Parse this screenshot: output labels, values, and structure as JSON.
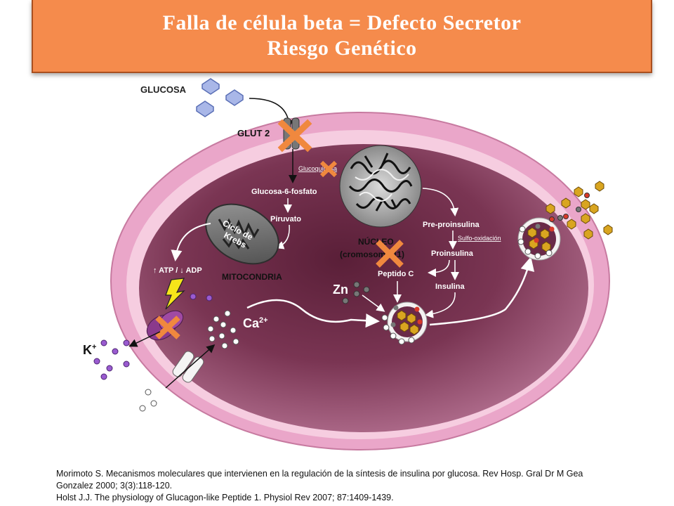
{
  "header": {
    "line1": "Falla de célula beta = Defecto Secretor",
    "line2": "Riesgo Genético"
  },
  "diagram": {
    "glucose": "GLUCOSA",
    "glut2": "GLUT 2",
    "glucokinase": "Glucoquinasa",
    "g6p": "Glucosa-6-fosfato",
    "pyruvate": "Piruvato",
    "krebs_line1": "Ciclo de",
    "krebs_line2": "Krebs",
    "atp_adp": "↑ ATP / ↓ ADP",
    "mitochondria": "MITOCONDRIA",
    "nucleus": "NÚCLEO",
    "chromosome": "(cromosoma 11)",
    "preproinsulin": "Pre-proinsulina",
    "sulfo": "Sulfo-oxidación",
    "proinsulin": "Proinsulina",
    "cpeptide": "Peptido C",
    "insulin": "Insulina",
    "zinc": "Zn",
    "calcium": "Ca",
    "calcium_sup": "2+",
    "potassium": "K",
    "potassium_sup": "+"
  },
  "colors": {
    "banner": "#f58b4c",
    "cell_membrane": "#e9a3c6",
    "cytoplasm": "#6e2d49",
    "block_cross": "#f0883e",
    "potassium_ion": "#9a5bd0",
    "insulin_granule": "#d9a520"
  },
  "references": [
    "Morimoto S.   Mecanismos moleculares que intervienen en la regulación de la síntesis de insulina por glucosa.   Rev Hosp. Gral Dr M Gea",
    "Gonzalez 2000; 3(3):118-120.",
    "Holst J.J.   The physiology of Glucagon-like Peptide 1.   Physiol Rev 2007; 87:1409-1439."
  ]
}
